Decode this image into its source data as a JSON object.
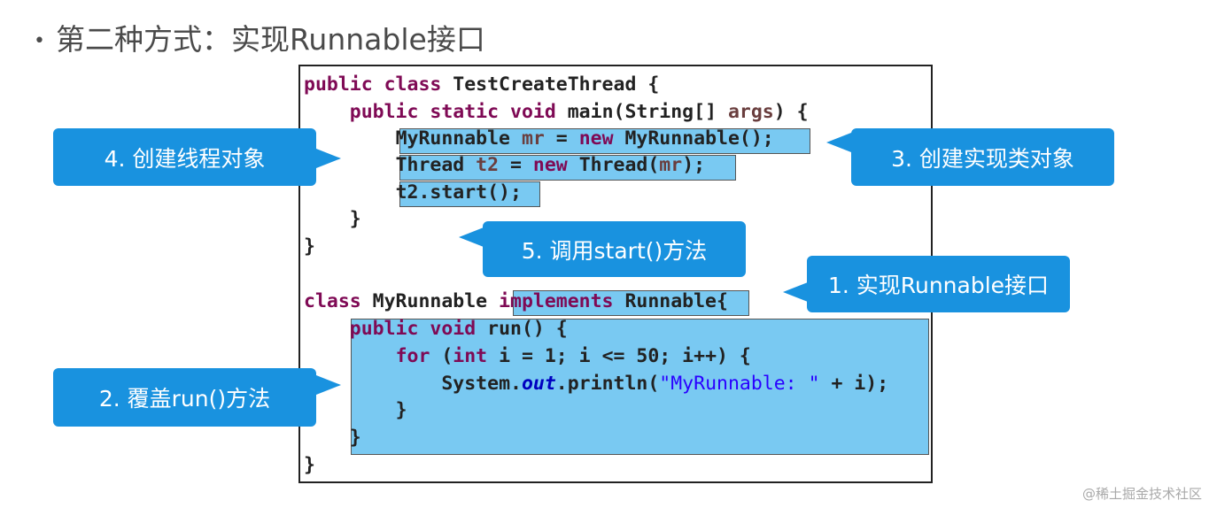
{
  "heading": {
    "bullet": "•",
    "text": "第二种方式：实现Runnable接口"
  },
  "code": {
    "l1": {
      "kw": "public class ",
      "rest": "TestCreateThread {"
    },
    "l2": {
      "indent": "    ",
      "kw": "public static void ",
      "rest": "main(String[] ",
      "var": "args",
      "tail": ") {"
    },
    "l3": {
      "indent": "        ",
      "a": "MyRunnable ",
      "var": "mr",
      "b": " = ",
      "kw": "new ",
      "c": "MyRunnable();"
    },
    "l4": {
      "indent": "        ",
      "a": "Thread ",
      "var": "t2",
      "b": " = ",
      "kw": "new ",
      "c": "Thread(",
      "var2": "mr",
      "d": ");"
    },
    "l5": {
      "indent": "        ",
      "a": "t2.start();"
    },
    "l6": {
      "indent": "    ",
      "a": "}"
    },
    "l7": {
      "a": "}"
    },
    "l8": {
      "kw": "class ",
      "a": "MyRunnable ",
      "kw2": "implements ",
      "b": "Runnable",
      "c": "{"
    },
    "l9": {
      "indent": "    ",
      "kw": "public void ",
      "a": "run() {"
    },
    "l10": {
      "indent": "        ",
      "kw": "for ",
      "a": "(",
      "kw2": "int ",
      "b": "i = 1; i <= 50; i++) {"
    },
    "l11": {
      "indent": "            ",
      "a": "System.",
      "fld": "out",
      "b": ".println(",
      "str": "\"MyRunnable: \"",
      "c": " + i);"
    },
    "l12": {
      "indent": "        ",
      "a": "}"
    },
    "l13": {
      "indent": "    ",
      "a": "}"
    },
    "l14": {
      "a": "}"
    }
  },
  "callouts": {
    "c1": "1. 实现Runnable接口",
    "c2": "2. 覆盖run()方法",
    "c3": "3. 创建实现类对象",
    "c4": "4. 创建线程对象",
    "c5": "5. 调用start()方法"
  },
  "colors": {
    "callout": "#1992df",
    "highlight": "#79c9f2",
    "keyword": "#7f0a55"
  },
  "watermark": "@稀土掘金技术社区"
}
